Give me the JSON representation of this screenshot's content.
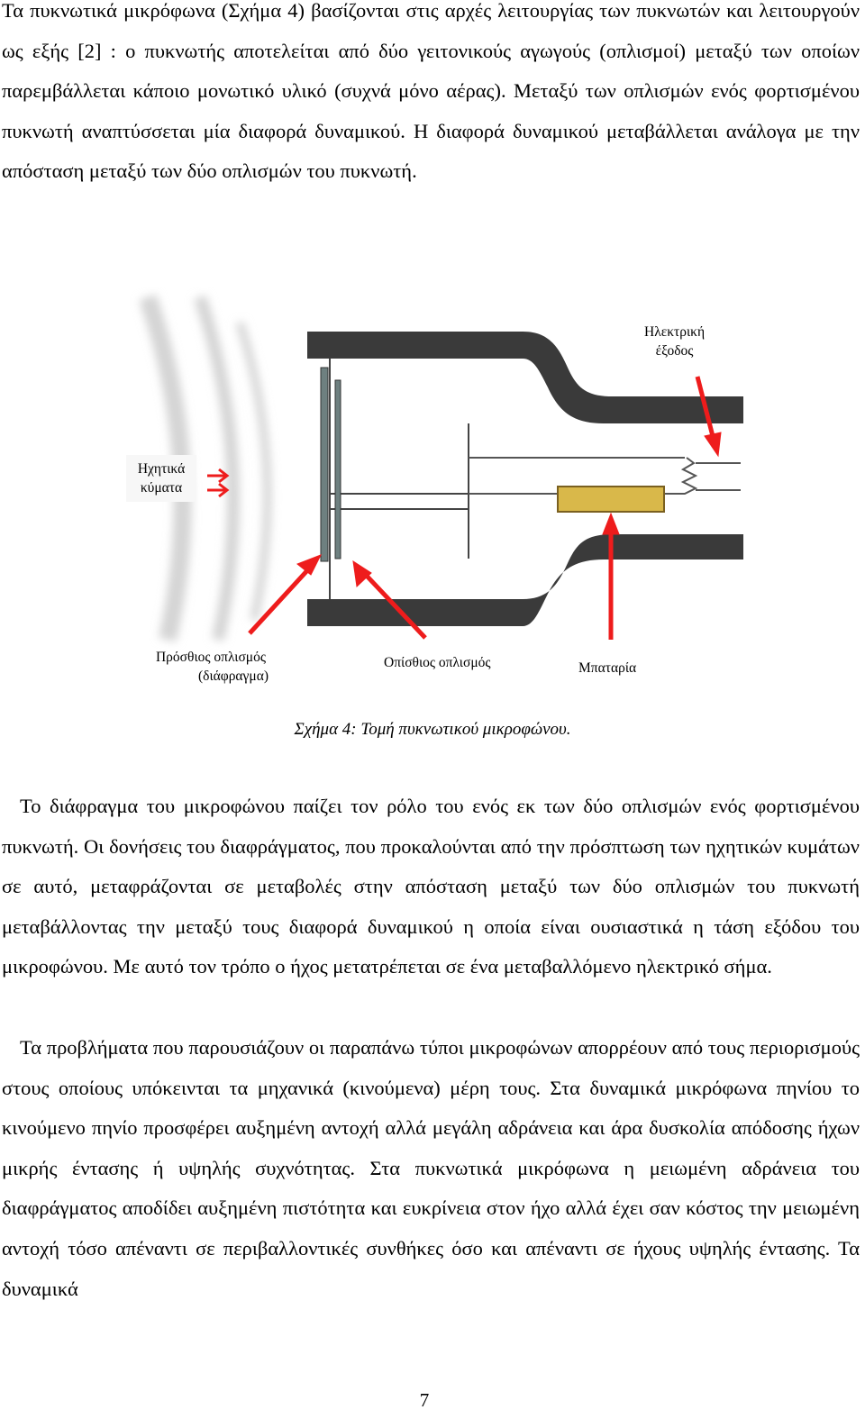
{
  "paragraphs": {
    "p1": "Τα πυκνωτικά μικρόφωνα (Σχήμα 4) βασίζονται στις αρχές λειτουργίας των πυκνωτών και λειτουργούν ως εξής [2] : ο πυκνωτής αποτελείται από δύο γειτονικούς αγωγούς (οπλισμοί) μεταξύ των οποίων παρεμβάλλεται κάποιο μονωτικό υλικό (συχνά μόνο αέρας). Μεταξύ των οπλισμών ενός φορτισμένου πυκνωτή αναπτύσσεται μία διαφορά δυναμικού. Η διαφορά δυναμικού μεταβάλλεται ανάλογα με την απόσταση μεταξύ των δύο οπλισμών του πυκνωτή.",
    "p2": "Το διάφραγμα του μικροφώνου παίζει τον ρόλο του ενός εκ των δύο οπλισμών ενός φορτισμένου πυκνωτή. Οι δονήσεις του διαφράγματος, που προκαλούνται από την πρόσπτωση των ηχητικών κυμάτων σε αυτό, μεταφράζονται σε μεταβολές στην απόσταση μεταξύ των δύο οπλισμών του πυκνωτή μεταβάλλοντας την μεταξύ τους διαφορά δυναμικού η οποία είναι ουσιαστικά η τάση εξόδου του μικροφώνου. Με αυτό τον τρόπο ο ήχος μετατρέπεται σε ένα μεταβαλλόμενο ηλεκτρικό σήμα.",
    "p3": "Τα προβλήματα που παρουσιάζουν οι παραπάνω τύποι μικροφώνων απορρέουν από τους περιορισμούς στους οποίους υπόκεινται τα μηχανικά (κινούμενα) μέρη τους. Στα δυναμικά μικρόφωνα πηνίου το κινούμενο πηνίο προσφέρει αυξημένη αντοχή αλλά μεγάλη αδράνεια και άρα δυσκολία απόδοσης ήχων μικρής έντασης ή υψηλής συχνότητας. Στα πυκνωτικά μικρόφωνα η μειωμένη αδράνεια του διαφράγματος αποδίδει αυξημένη πιστότητα και ευκρίνεια στον ήχο αλλά έχει σαν κόστος την μειωμένη αντοχή τόσο απέναντι σε περιβαλλοντικές συνθήκες όσο και απέναντι σε ήχους υψηλής έντασης. Τα δυναμικά"
  },
  "figure": {
    "labels": {
      "electrical_output_line1": "Ηλεκτρική",
      "electrical_output_line2": "έξοδος",
      "sound_waves_line1": "Ηχητικά",
      "sound_waves_line2": "κύματα",
      "front_plate_line1": "Πρόσθιος οπλισμός",
      "front_plate_line2": "(διάφραγμα)",
      "back_plate": "Οπίσθιος οπλισμός",
      "battery": "Μπαταρία"
    },
    "caption": "Σχήμα 4: Τομή πυκνωτικού μικροφώνου.",
    "colors": {
      "housing": "#3a3a3a",
      "arrow": "#ee1c1c",
      "battery": "#d9b84a",
      "plates": "#6e8080"
    }
  },
  "page_number": "7"
}
